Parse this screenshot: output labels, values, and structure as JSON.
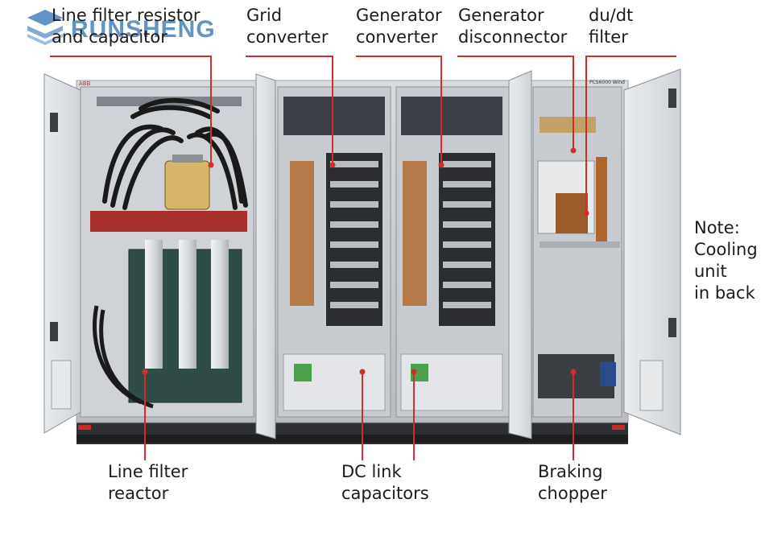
{
  "logo": {
    "text": "RUNSHENG"
  },
  "cabinet": {
    "brand_mark": "ABB",
    "model_tag": "PCS6000 Wind"
  },
  "labels": {
    "line_filter_resistor": [
      "Line filter resistor",
      "and capacitor"
    ],
    "grid_converter": [
      "Grid",
      "converter"
    ],
    "generator_converter": [
      "Generator",
      "converter"
    ],
    "generator_disconnector": [
      "Generator",
      "disconnector"
    ],
    "dudt_filter": [
      "du/dt",
      "filter"
    ],
    "note": [
      "Note:",
      "Cooling",
      "unit",
      "in back"
    ],
    "line_filter_reactor": [
      "Line filter",
      "reactor"
    ],
    "dc_link_capacitors": [
      "DC link",
      "capacitors"
    ],
    "braking_chopper": [
      "Braking",
      "chopper"
    ]
  },
  "colors": {
    "leader": "#d62b2b",
    "cabinet_frame": "#c9ccd0",
    "cabinet_dark": "#3a3d42",
    "busbar": "#b0652a",
    "logo": "#2d6fb3"
  }
}
